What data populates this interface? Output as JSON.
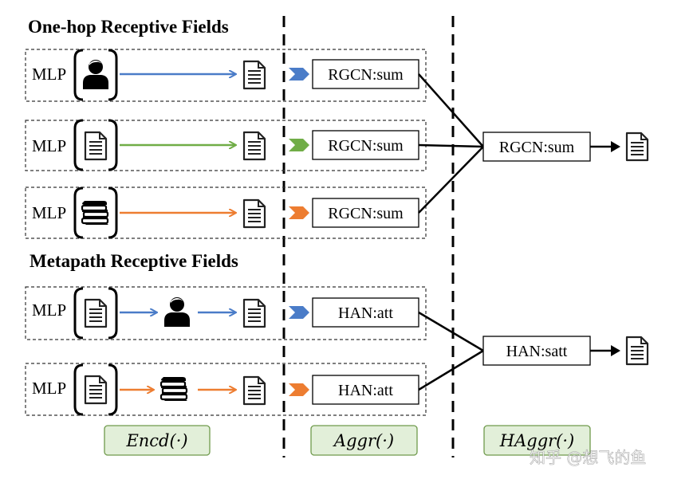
{
  "sections": {
    "onehop_title": "One-hop Receptive Fields",
    "metapath_title": "Metapath Receptive Fields"
  },
  "rows": [
    {
      "mlp": "MLP",
      "source": "person-icon",
      "arrow_color": "#4a7cc8",
      "agg": "RGCN:sum"
    },
    {
      "mlp": "MLP",
      "source": "document-icon",
      "arrow_color": "#70ad47",
      "agg": "RGCN:sum"
    },
    {
      "mlp": "MLP",
      "source": "books-icon",
      "arrow_color": "#ed7d31",
      "agg": "RGCN:sum"
    },
    {
      "mlp": "MLP",
      "source": "document-icon",
      "mid": "person-icon",
      "arrow_color": "#4a7cc8",
      "agg": "HAN:att"
    },
    {
      "mlp": "MLP",
      "source": "document-icon",
      "mid": "books-icon",
      "arrow_color": "#ed7d31",
      "agg": "HAN:att"
    }
  ],
  "hierarchical": {
    "onehop_label": "RGCN:sum",
    "metapath_label": "HAN:satt"
  },
  "stages": {
    "encoder": "Encd(·)",
    "aggregator": "Aggr(·)",
    "hier_aggregator": "HAggr(·)"
  },
  "watermark": "知乎 @想飞的鱼",
  "colors": {
    "blue": "#4a7cc8",
    "green": "#70ad47",
    "orange": "#ed7d31",
    "stage_fill": "#e2efd9",
    "stage_border": "#6f9a4c"
  }
}
